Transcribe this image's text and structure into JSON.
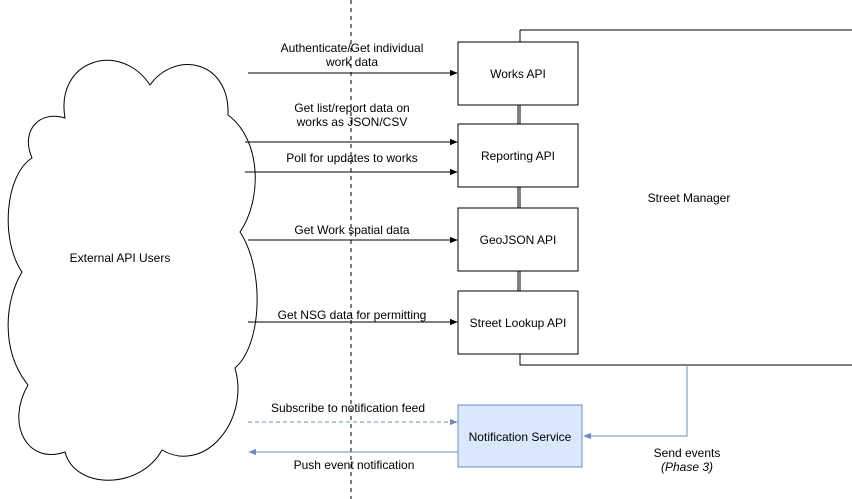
{
  "nodes": {
    "external_users": "External API Users",
    "street_manager": "Street Manager",
    "works_api": "Works API",
    "reporting_api": "Reporting API",
    "geojson_api": "GeoJSON API",
    "street_lookup_api": "Street Lookup API",
    "notification_service": "Notification Service"
  },
  "edges": {
    "works_line1": "Authenticate/Get individual",
    "works_line2": "work data",
    "reporting_line1": "Get list/report data on",
    "reporting_line2": "works as JSON/CSV",
    "poll": "Poll for updates to works",
    "geojson": "Get Work spatial data",
    "nsg": "Get NSG data for permitting",
    "subscribe": "Subscribe to notification feed",
    "push": "Push event notification",
    "send_events": "Send events",
    "phase": "(Phase 3)"
  },
  "colors": {
    "notification_fill": "#dae8fc",
    "notification_stroke": "#6c8ebf",
    "arrow_black": "#000000",
    "arrow_blue": "#6c8ebf"
  }
}
